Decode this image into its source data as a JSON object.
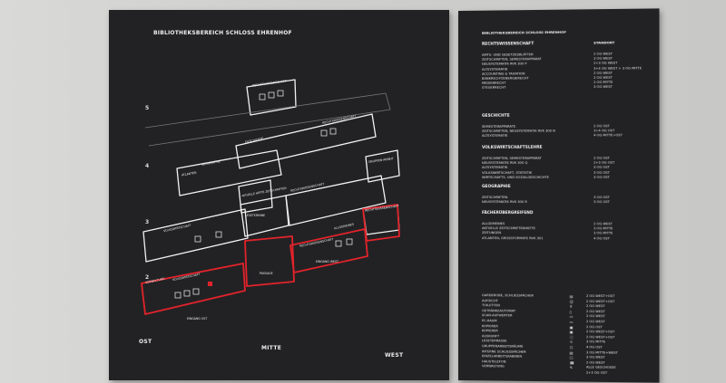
{
  "left_panel": {
    "title": "BIBLIOTHEKSBEREICH SCHLOSS EHRENHOF",
    "levels": [
      "5",
      "4",
      "3",
      "2"
    ],
    "directions": {
      "ost": "OST",
      "mitte": "MITTE",
      "west": "WEST"
    },
    "plan_labels": {
      "rechtswissenschaft_5": "RECHTSWISSENSCHAFT",
      "rechtswissenschaft_4": "RECHTSWISSENSCHAFT",
      "geschichte": "GESCHICHTE",
      "atlanten": "ATLANTEN",
      "geographie": "GEOGRAPHIE",
      "gruppenarbeit": "GRUPPEN-ARBEIT",
      "aktuelle_hefte": "AKTUELLE HEFTE ZEITSCHRIFTEN",
      "lesetermine": "LESETERMINE",
      "rechtswissenschaft_3": "RECHTSWISSENSCHAFT",
      "volkswirtschaft_3": "VOLKSWIRTSCHAFT",
      "allgemeines": "ALLGEMEINES",
      "rechtswissenschaft_3b": "RECHTSWISSENSCHAFT",
      "verwaltung": "VERWALTUNG",
      "volkswirtschaft_2": "VOLKSWIRTSCHAFT",
      "passage": "PASSAGE",
      "rechtswissenschaft_2": "RECHTSWISSENSCHAFT",
      "eingang_ost": "EINGANG OST",
      "eingang_west": "EINGANG WEST"
    }
  },
  "right_panel": {
    "title": "BIBLIOTHEKSBEREICH SCHLOSS EHRENHOF",
    "standort_header": "STANDORT",
    "sections": [
      {
        "title": "RECHTSWISSENSCHAFT",
        "rows": [
          {
            "name": "AMTS- UND GESETZESBLÄTTER",
            "loc": "2 OG WEST"
          },
          {
            "name": "ZEITSCHRIFTEN, SEMESTERAPPARAT",
            "loc": "3 OG WEST"
          },
          {
            "name": "NEUSYSTEMATIK RVK 300 P",
            "loc": "2+3 OG WEST"
          },
          {
            "name": "ALTSYSTEMATIK",
            "loc": "3+4 OG WEST + 3 OG MITTE"
          },
          {
            "name": "ACCOUNTING & TAXATION",
            "loc": "2 OG WEST"
          },
          {
            "name": "BANKRECHT/ENERGIERECHT",
            "loc": "2 OG WEST"
          },
          {
            "name": "MEDIENRECHT",
            "loc": "2 OG MITTE"
          },
          {
            "name": "STEUERRECHT",
            "loc": "3 OG WEST"
          }
        ]
      },
      {
        "title": "GESCHICHTE",
        "rows": [
          {
            "name": "SEMESTERAPPARATE",
            "loc": "2 OG OST"
          },
          {
            "name": "ZEITSCHRIFTEN, NEUSYSTEMATIK RVK 300 N",
            "loc": "3+4 OG OST"
          },
          {
            "name": "ALTSYSTEMATIK",
            "loc": "4 OG MITTE+OST"
          }
        ]
      },
      {
        "title": "VOLKSWIRTSCHAFTSLEHRE",
        "rows": [
          {
            "name": "ZEITSCHRIFTEN, SEMESTERAPPARAT",
            "loc": "2 OG OST"
          },
          {
            "name": "NEUSYSTEMATIK RVK 300 Q",
            "loc": "2+3 OG OST"
          },
          {
            "name": "ALTSYSTEMATIK",
            "loc": "3 OG OST"
          },
          {
            "name": "VOLKSWIRTSCHAFT, STATISTIK",
            "loc": "3 OG OST"
          },
          {
            "name": "WIRTSCHAFTS- UND SOZIALGESCHICHTE",
            "loc": "3 OG OST"
          }
        ]
      },
      {
        "title": "GEOGRAPHIE",
        "rows": [
          {
            "name": "ZEITSCHRIFTEN",
            "loc": "3 OG OST"
          },
          {
            "name": "NEUSYSTEMATIK RVK 300 R",
            "loc": "3 OG OST"
          }
        ]
      },
      {
        "title": "FÄCHERÜBERGREIFEND",
        "rows": [
          {
            "name": "ALLGEMEINES",
            "loc": "2 OG WEST"
          },
          {
            "name": "AKTUELLE ZEITSCHRIFTENHEFTE",
            "loc": "3 OG MITTE"
          },
          {
            "name": "ZEITUNGEN",
            "loc": "3 OG MITTE"
          },
          {
            "name": "ATLANTEN, GROSSFORMATE RVK 301",
            "loc": "4 OG OST"
          }
        ]
      }
    ],
    "services": [
      {
        "name": "GARDEROBE, SCHLIESSFÄCHER",
        "icon": "locker-icon",
        "loc": "2 OG WEST+OST"
      },
      {
        "name": "AUFSICHT",
        "icon": "person-icon",
        "loc": "2 OG WEST+OST"
      },
      {
        "name": "TOILETTEN",
        "icon": "toilet-icon",
        "loc": "2 OG WEST"
      },
      {
        "name": "GETRÄNKEAUTOMAT",
        "icon": "drink-icon",
        "loc": "2 OG WEST"
      },
      {
        "name": "SCAN-AUFWERTER",
        "icon": "scan-icon",
        "loc": "2 OG WEST"
      },
      {
        "name": "PC-RAUM",
        "icon": "pc-icon",
        "loc": "2 OG WEST"
      },
      {
        "name": "KOPIERER",
        "icon": "copier-icon",
        "loc": "2 OG OST"
      },
      {
        "name": "KOPIERER",
        "icon": "copier-icon",
        "loc": "2 OG WEST+OST"
      },
      {
        "name": "AUSKUNFT",
        "icon": "info-icon",
        "loc": "2 OG WEST+OST"
      },
      {
        "name": "LESETERRASSE",
        "icon": "terrace-icon",
        "loc": "3 OG MITTE"
      },
      {
        "name": "GRUPPENARBEITSRÄUME",
        "icon": "group-icon",
        "loc": "4 OG OST"
      },
      {
        "name": "INTERNE SCHLIESSFÄCHER",
        "icon": "locker-icon",
        "loc": "3 OG MITTE+WEST"
      },
      {
        "name": "EINZELARBEITSKABINEN",
        "icon": "cabin-icon",
        "loc": "3 OG WEST"
      },
      {
        "name": "HAUSTELEFON",
        "icon": "phone-icon",
        "loc": "2 OG WEST"
      },
      {
        "name": "VERWALTUNG",
        "icon": "office-icon",
        "loc": "ALLE GESCHOSSE"
      },
      {
        "name": "",
        "icon": "",
        "loc": "2+3 OG OST"
      }
    ]
  },
  "colors": {
    "panel": "#222224",
    "line": "#f2f2f2",
    "highlight": "#e3232b",
    "wall": "#cfcfcd"
  }
}
